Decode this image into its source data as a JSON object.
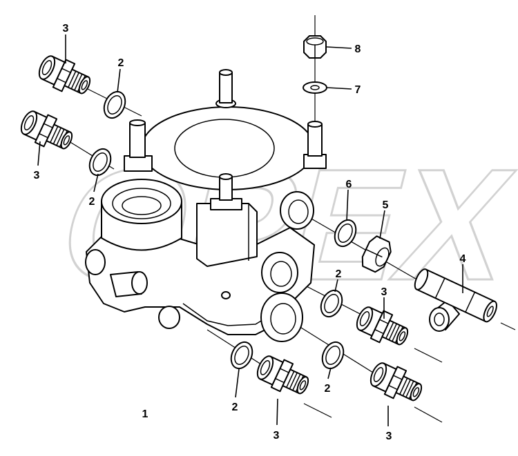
{
  "watermark": "OPEX",
  "callouts": [
    "3",
    "2",
    "3",
    "2",
    "8",
    "7",
    "6",
    "5",
    "4",
    "2",
    "3",
    "1",
    "2",
    "3",
    "2",
    "3"
  ]
}
